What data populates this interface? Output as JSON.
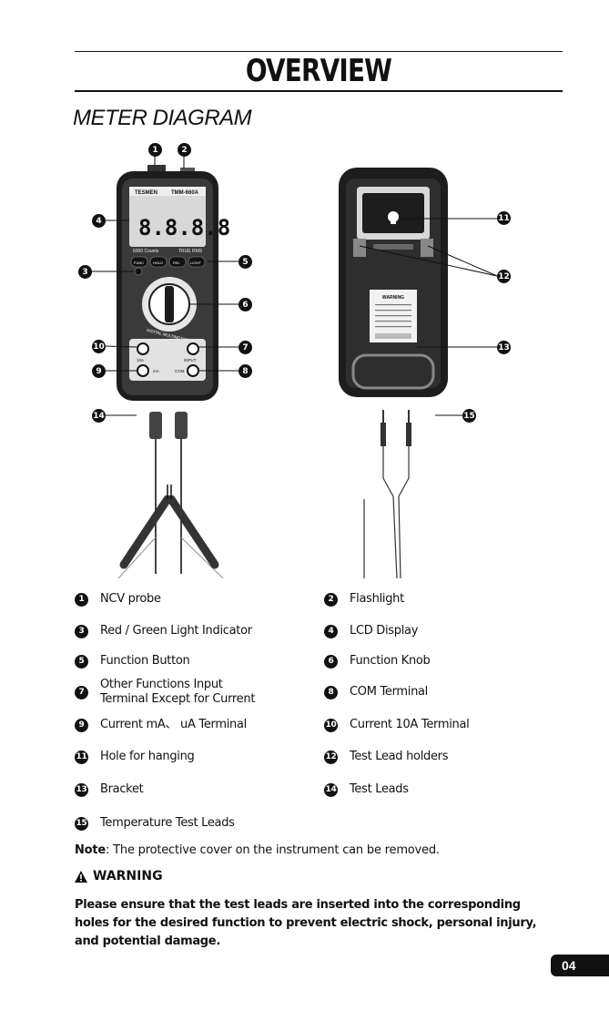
{
  "title": "OVERVIEW",
  "subtitle": "METER DIAGRAM",
  "meter": {
    "brand": "TESMEN",
    "model": "TMM-660A",
    "lcd_digits": "8.8.8.8",
    "counts": "6000 Counts",
    "true_rms": "TRUE RMS",
    "buttons": [
      "FUNC",
      "HOLD",
      "REL",
      "LIGHT"
    ],
    "dial_label": "DIGITAL MULTIMETER",
    "terminals": [
      "10A",
      "mA",
      "COM",
      "INPUT"
    ]
  },
  "back": {
    "warning_title": "WARNING"
  },
  "legend": [
    {
      "num": "1",
      "label": "NCV probe"
    },
    {
      "num": "2",
      "label": "Flashlight"
    },
    {
      "num": "3",
      "label": "Red / Green Light Indicator"
    },
    {
      "num": "4",
      "label": "LCD Display"
    },
    {
      "num": "5",
      "label": "Function Button"
    },
    {
      "num": "6",
      "label": "Function Knob"
    },
    {
      "num": "7",
      "label": "Other Functions Input",
      "label2": "Terminal Except for Current"
    },
    {
      "num": "8",
      "label": "COM Terminal"
    },
    {
      "num": "9",
      "label": "Current mA、 uA Terminal"
    },
    {
      "num": "10",
      "label": "Current 10A Terminal"
    },
    {
      "num": "11",
      "label": "Hole for hanging"
    },
    {
      "num": "12",
      "label": "Test Lead holders"
    },
    {
      "num": "13",
      "label": "Bracket"
    },
    {
      "num": "14",
      "label": "Test Leads"
    },
    {
      "num": "15",
      "label": "Temperature Test Leads"
    }
  ],
  "note": {
    "prefix": "Note",
    "text": ": The protective cover on the instrument can be removed."
  },
  "warning": {
    "title": "WARNING",
    "body": "Please ensure that the test leads are inserted into the corresponding holes for the desired function to prevent electric shock, personal injury, and potential damage."
  },
  "page_number": "04"
}
